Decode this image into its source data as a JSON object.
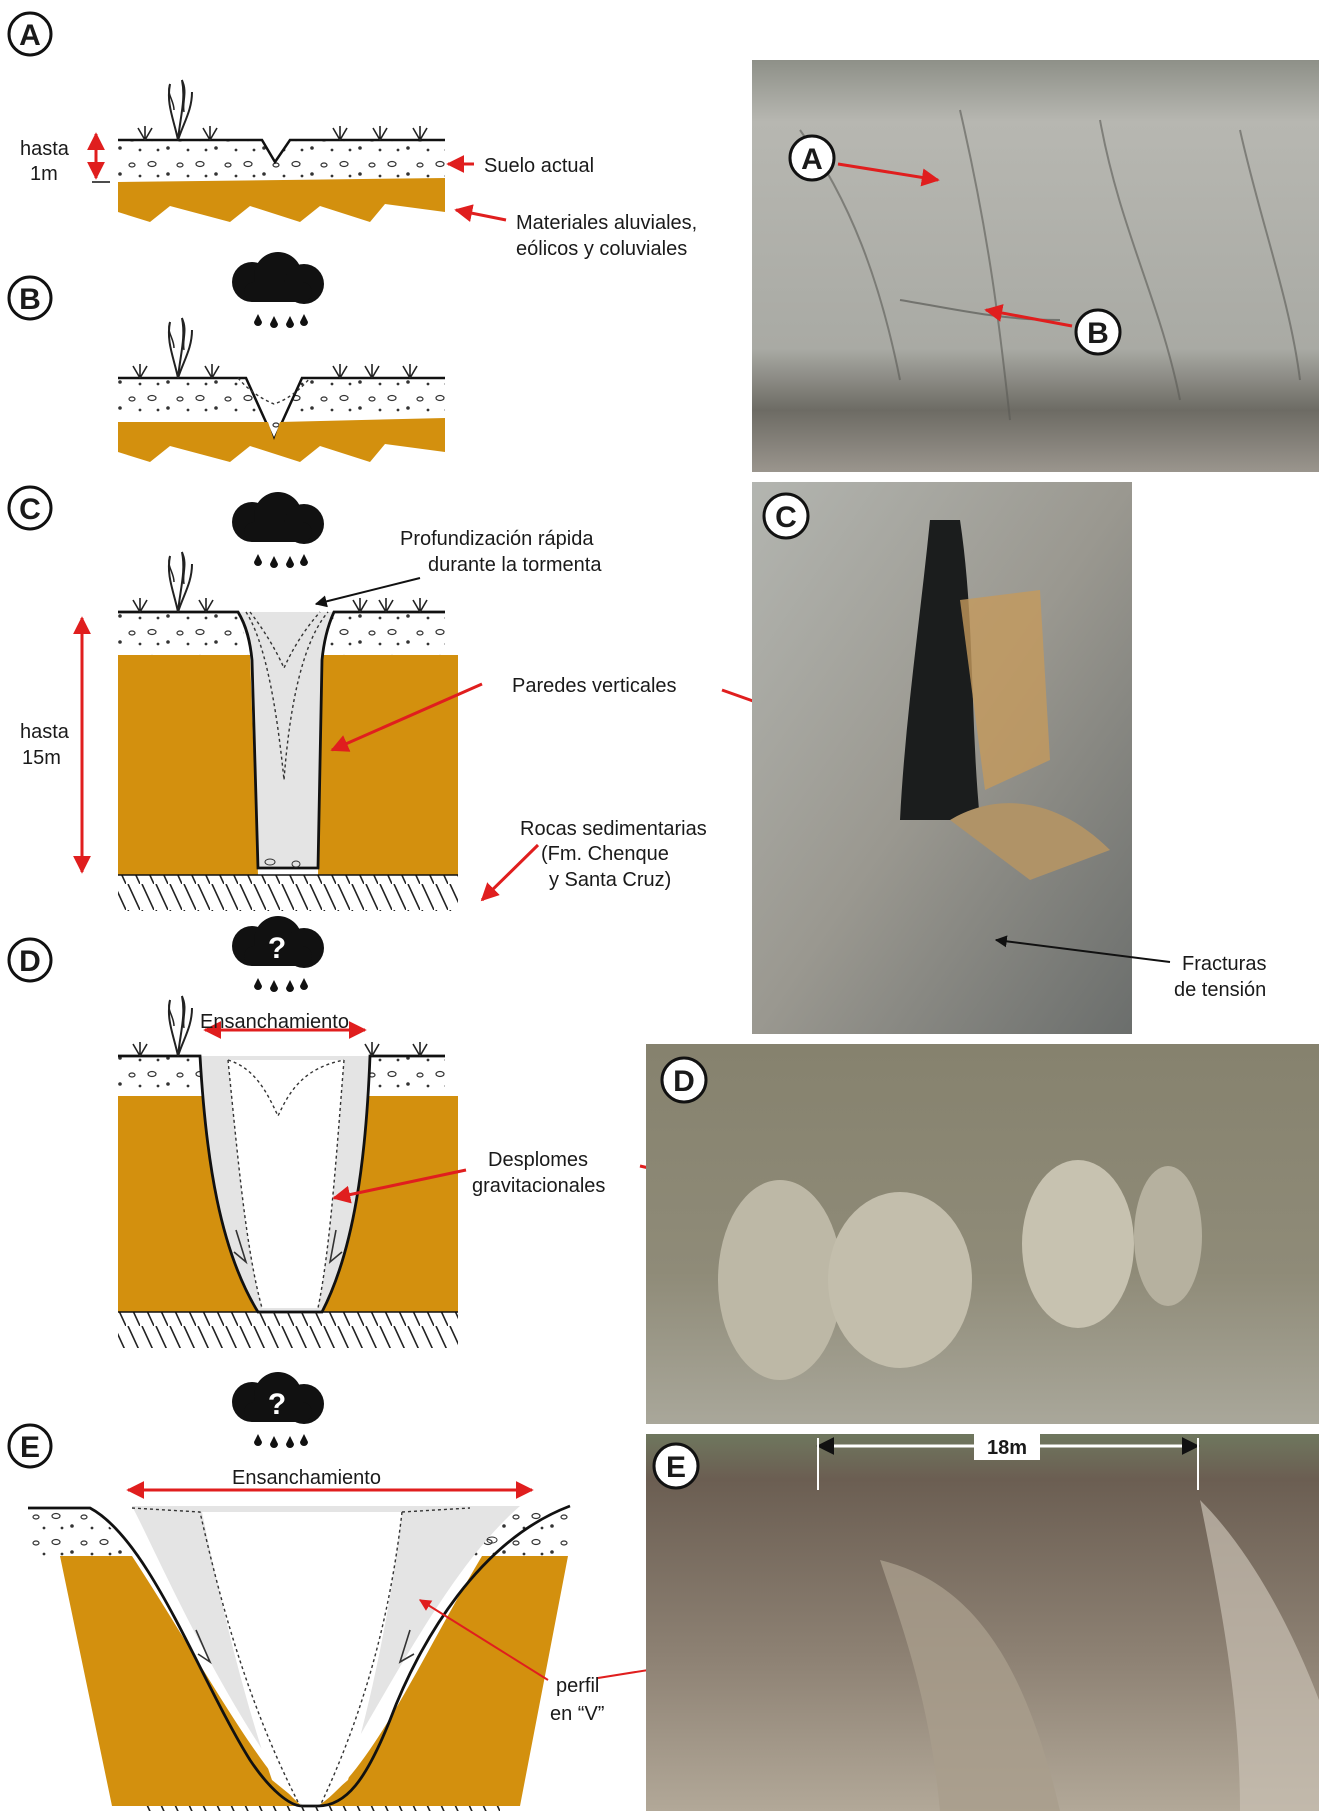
{
  "panels": {
    "a": {
      "letter": "A"
    },
    "b": {
      "letter": "B"
    },
    "c": {
      "letter": "C"
    },
    "d": {
      "letter": "D"
    },
    "e": {
      "letter": "E"
    }
  },
  "labels": {
    "hasta_1": "hasta",
    "hasta_1_val": "1m",
    "suelo_actual": "Suelo actual",
    "materiales_1": "Materiales aluviales,",
    "materiales_2": "eólicos y coluviales",
    "prof_1": "Profundización rápida",
    "prof_2": "durante la tormenta",
    "paredes": "Paredes verticales",
    "hasta_15": "hasta",
    "hasta_15_val": "15m",
    "rocas_1": "Rocas sedimentarias",
    "rocas_2": "(Fm. Chenque",
    "rocas_3": "y Santa Cruz)",
    "fracturas_1": "Fracturas",
    "fracturas_2": "de tensión",
    "ensanch_d": "Ensanchamiento",
    "desplomes_1": "Desplomes",
    "desplomes_2": "gravitacionales",
    "ensanch_e": "Ensanchamiento",
    "perfil_1": "perfil",
    "perfil_2": "en “V”",
    "scale_18": "18m",
    "storm_question": "?"
  },
  "photo_labels": {
    "ab_a": "A",
    "ab_b": "B",
    "c": "C",
    "d": "D",
    "e": "E"
  },
  "colors": {
    "sediment": "#d3900e",
    "gully_fill": "#e4e4e4",
    "arrow_red": "#e01e1e",
    "cloud": "#111111"
  }
}
